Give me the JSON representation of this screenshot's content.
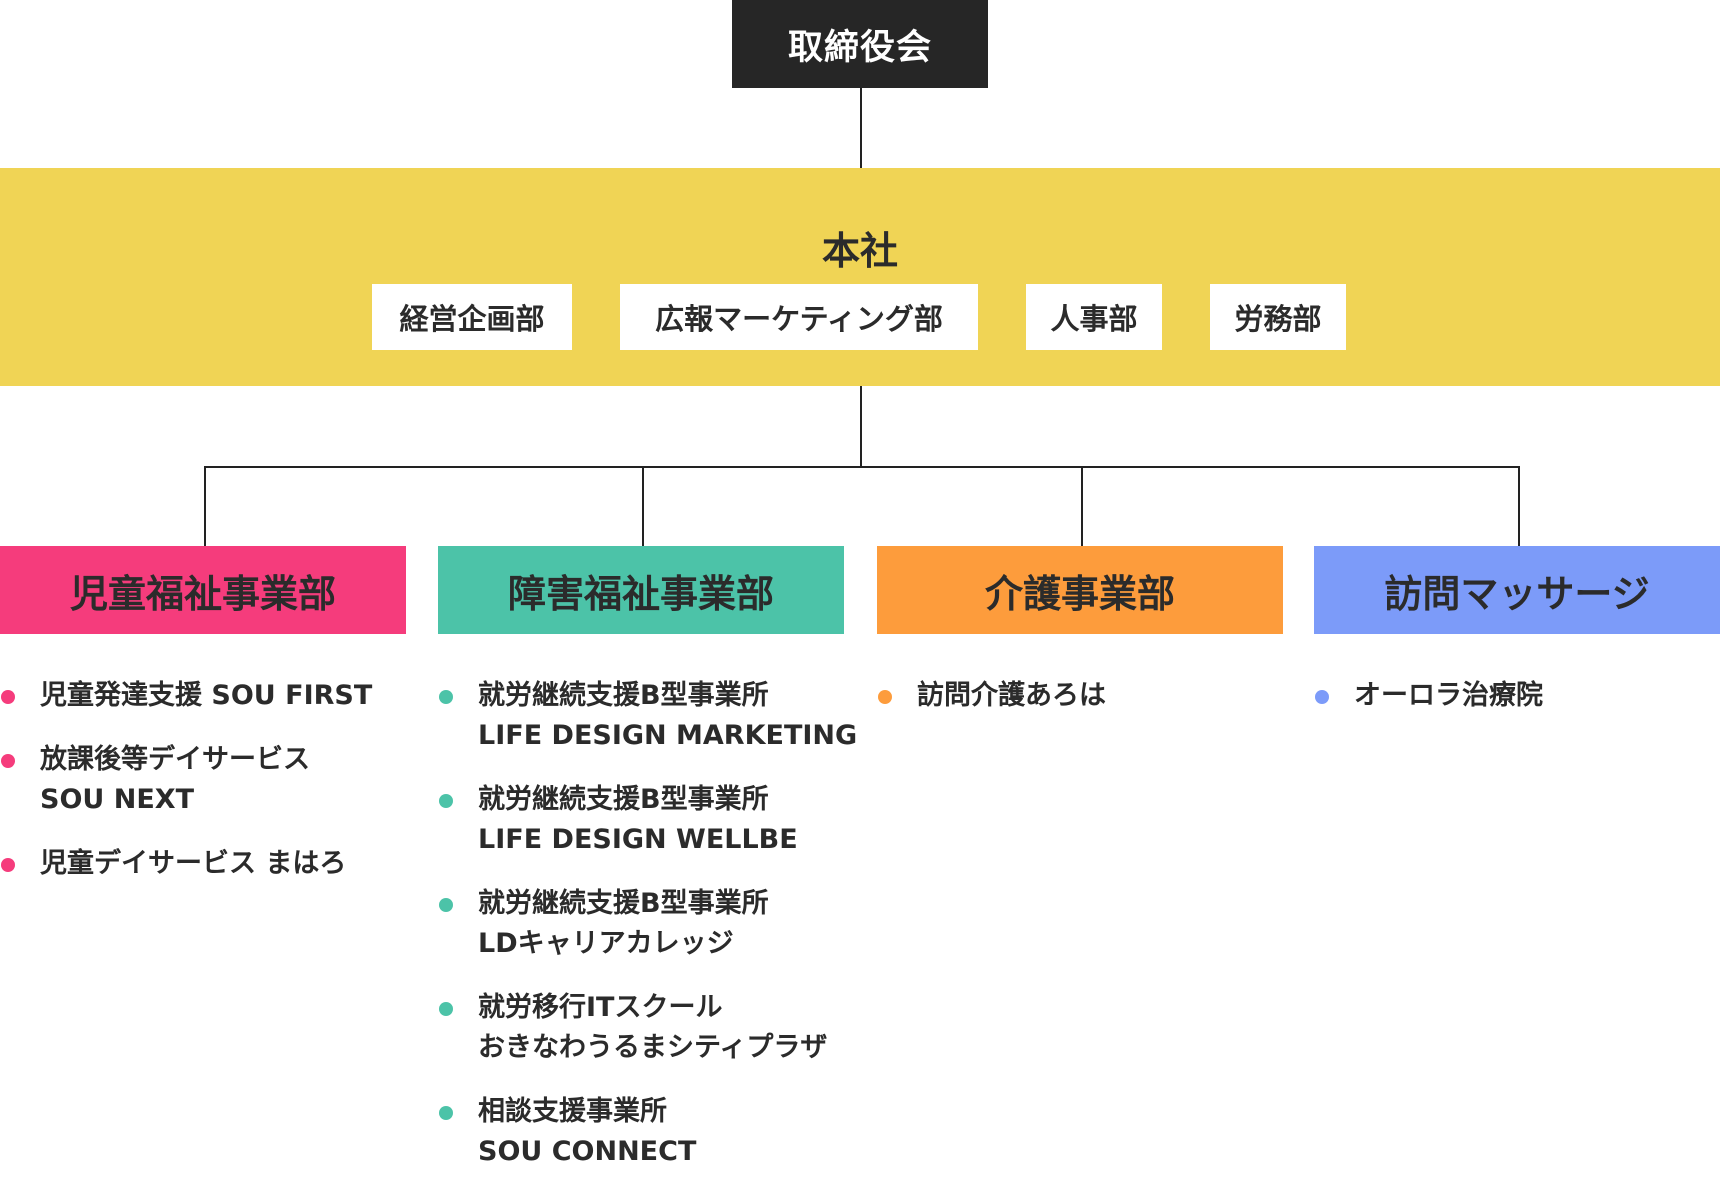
{
  "board": {
    "label": "取締役会"
  },
  "headquarters": {
    "title": "本社",
    "departments": [
      "経営企画部",
      "広報マーケティング部",
      "人事部",
      "労務部"
    ]
  },
  "divisions": [
    {
      "name": "児童福祉事業部",
      "color": "#f53c7c",
      "facilities": [
        {
          "line1": "児童発達支援 SOU FIRST",
          "line2": ""
        },
        {
          "line1": "放課後等デイサービス",
          "line2": "SOU NEXT"
        },
        {
          "line1": "児童デイサービス まはろ",
          "line2": ""
        }
      ]
    },
    {
      "name": "障害福祉事業部",
      "color": "#4cc3a8",
      "facilities": [
        {
          "line1": "就労継続支援B型事業所",
          "line2": "LIFE DESIGN MARKETING"
        },
        {
          "line1": "就労継続支援B型事業所",
          "line2": "LIFE DESIGN WELLBE"
        },
        {
          "line1": "就労継続支援B型事業所",
          "line2": "LDキャリアカレッジ"
        },
        {
          "line1": "就労移行ITスクール",
          "line2": "おきなわうるまシティプラザ"
        },
        {
          "line1": "相談支援事業所",
          "line2": "SOU CONNECT"
        }
      ]
    },
    {
      "name": "介護事業部",
      "color": "#fd9c3c",
      "facilities": [
        {
          "line1": "訪問介護あろは",
          "line2": ""
        }
      ]
    },
    {
      "name": "訪問マッサージ",
      "color": "#7c9bf9",
      "facilities": [
        {
          "line1": "オーロラ治療院",
          "line2": ""
        }
      ]
    }
  ]
}
